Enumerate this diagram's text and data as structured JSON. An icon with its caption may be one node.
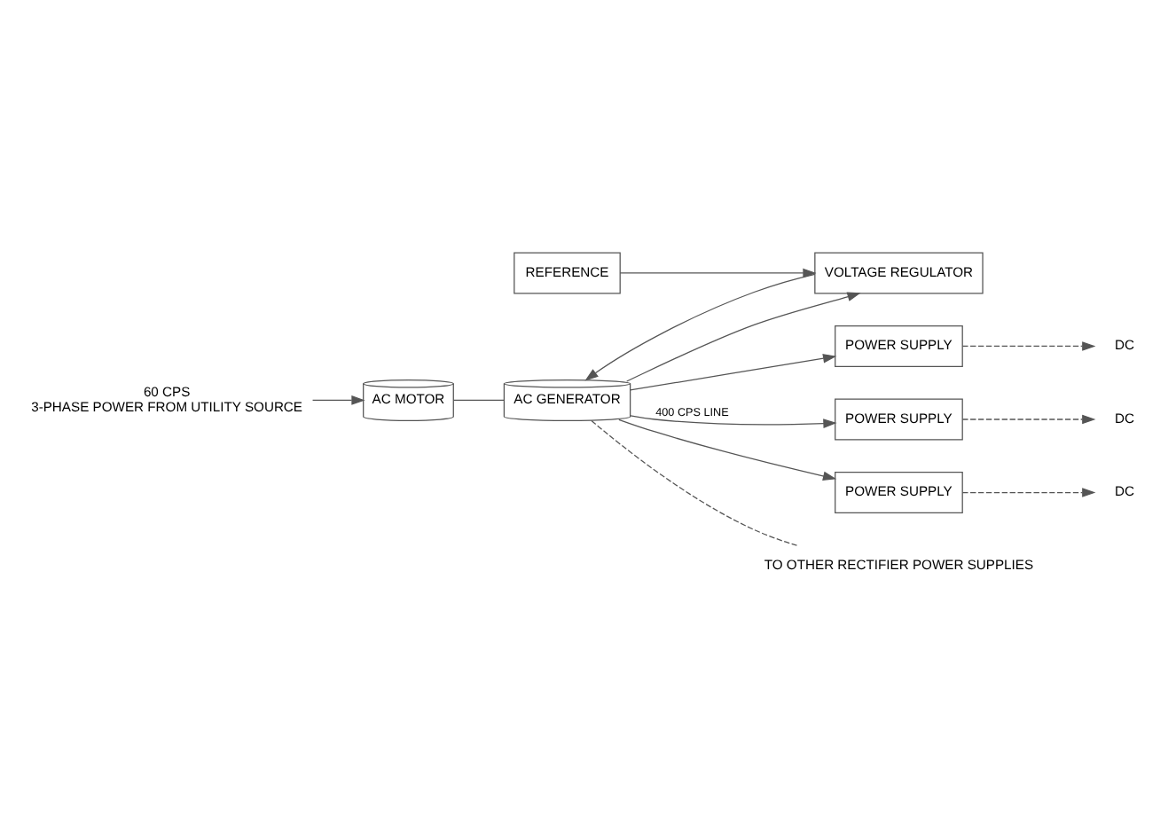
{
  "diagram": {
    "nodes": [
      {
        "text": [
          "AC MOTOR"
        ]
      },
      {
        "text": [
          "AC GENERATOR"
        ]
      },
      {
        "text": [
          "VOLTAGE REGULATOR"
        ]
      },
      {
        "text": [
          "REFERENCE"
        ]
      },
      {
        "text": [
          "POWER SUPPLY"
        ]
      },
      {
        "text": [
          "POWER SUPPLY"
        ]
      },
      {
        "text": [
          "POWER SUPPLY"
        ]
      },
      {
        "text": [
          "60 CPS",
          "3-PHASE POWER FROM UTILITY SOURCE"
        ]
      },
      {
        "text": [
          "TO OTHER RECTIFIER POWER SUPPLIES"
        ]
      },
      {
        "text": [
          "DC"
        ]
      },
      {
        "text": [
          "DC"
        ]
      },
      {
        "text": [
          "DC"
        ]
      }
    ],
    "edges": [
      {
        "from": 7,
        "to": 0,
        "arrow": "to"
      },
      {
        "from": 0,
        "to": 1,
        "arrow": "none"
      },
      {
        "from": 2,
        "to": 1,
        "arrow": "to"
      },
      {
        "from": 3,
        "to": 2,
        "arrow": "to"
      },
      {
        "from": 1,
        "to": 4,
        "arrow": "to"
      },
      {
        "from": 1,
        "to": 5,
        "arrow": "to",
        "label": "400 CPS LINE"
      },
      {
        "from": 1,
        "to": 6,
        "arrow": "to"
      },
      {
        "from": 1,
        "to": 2,
        "arrow": "to"
      },
      {
        "from": 1,
        "to": 8,
        "arrow": "none",
        "style": "dashed"
      },
      {
        "from": 4,
        "to": 9,
        "arrow": "to",
        "style": "dashed"
      },
      {
        "from": 5,
        "to": 10,
        "arrow": "to",
        "style": "dashed"
      },
      {
        "from": 6,
        "to": 11,
        "arrow": "to",
        "style": "dashed"
      }
    ]
  }
}
